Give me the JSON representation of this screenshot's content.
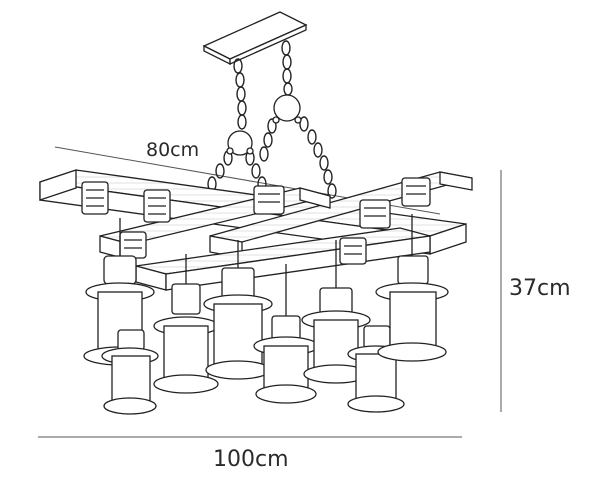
{
  "diagram": {
    "dimensions": {
      "width": "80cm",
      "height": "37cm",
      "length": "100cm"
    }
  }
}
